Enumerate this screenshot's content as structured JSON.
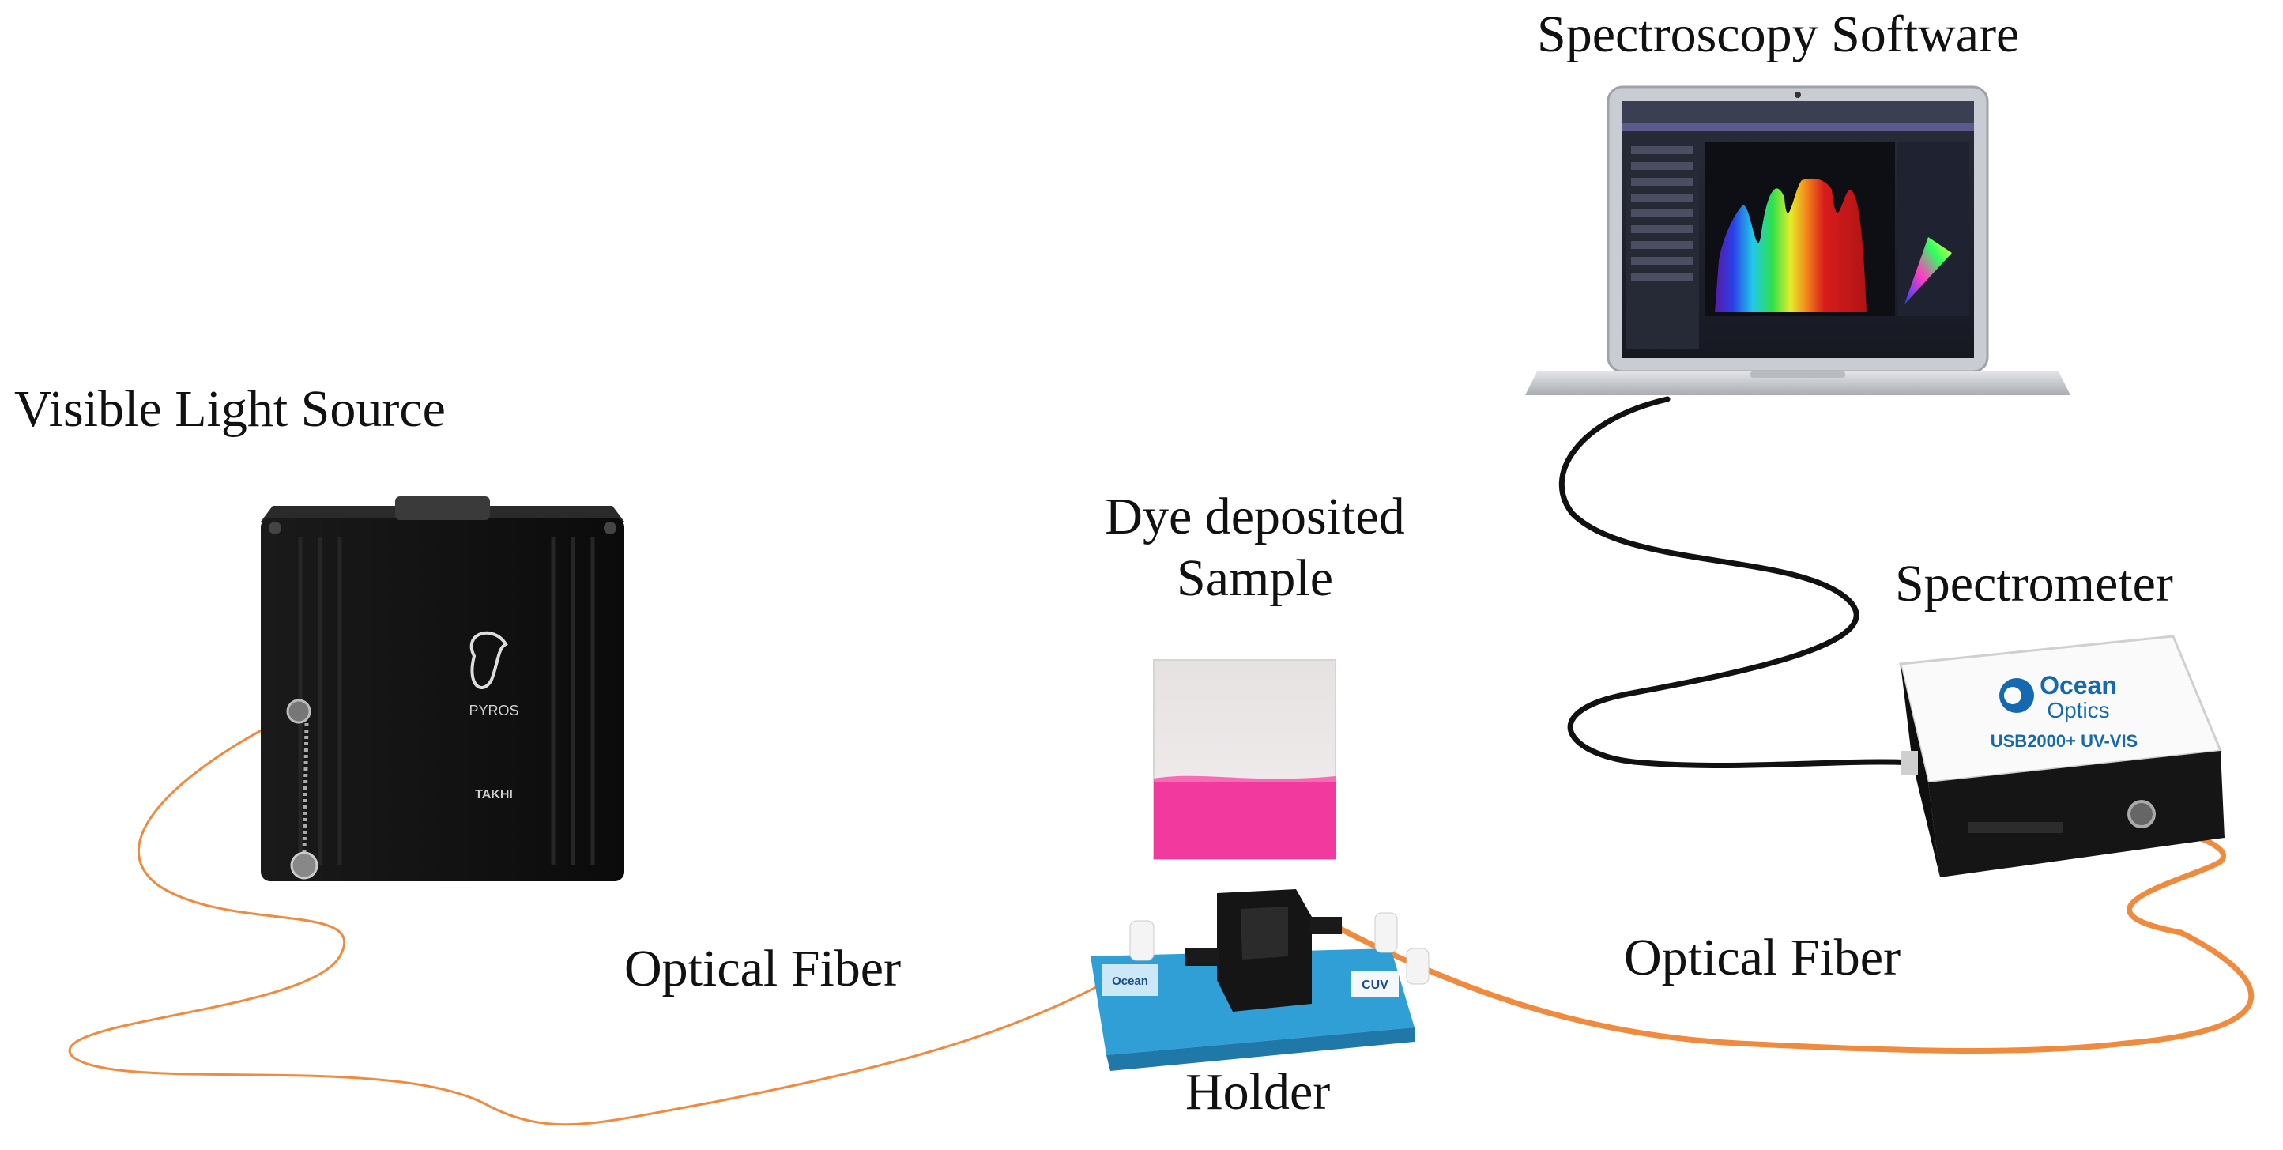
{
  "labels": {
    "software": "Spectroscopy Software",
    "light_source": "Visible Light Source",
    "sample_line1": "Dye deposited",
    "sample_line2": "Sample",
    "spectrometer": "Spectrometer",
    "fiber_left": "Optical Fiber",
    "fiber_right": "Optical Fiber",
    "holder": "Holder"
  },
  "devices": {
    "light_source_brand": "PYROS",
    "light_source_model": "TAKHI",
    "spectrometer_brand_line1": "Ocean",
    "spectrometer_brand_line2": "Optics",
    "spectrometer_model": "USB2000+ UV-VIS",
    "holder_brand": "Ocean",
    "holder_model": "CUV"
  },
  "colors": {
    "fiber": "#f08a3c",
    "cable": "#111111",
    "dye": "#f2399e",
    "holder_blue": "#2f9fd6"
  }
}
